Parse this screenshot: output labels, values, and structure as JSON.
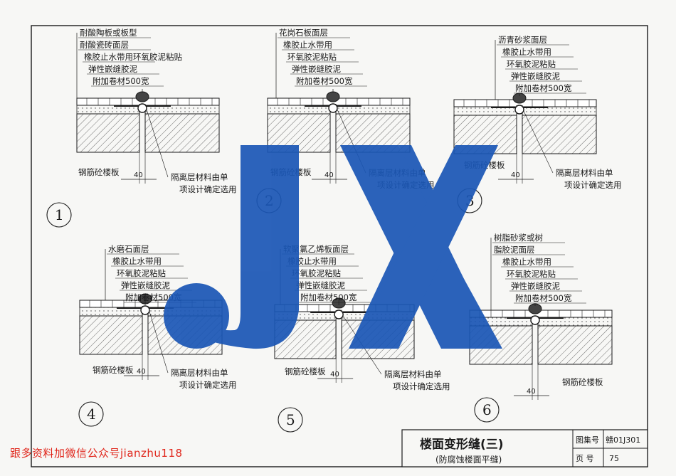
{
  "details": [
    {
      "number": "1",
      "labels": [
        "耐酸陶板或板型",
        "耐酸瓷砖面层",
        "橡胶止水带用环氧胶泥粘贴",
        "弹性嵌缝胶泥",
        "附加卷材500宽",
        "钢筋砼楼板",
        "隔离层材料由单",
        "项设计确定选用"
      ],
      "dimension": "40"
    },
    {
      "number": "2",
      "labels": [
        "花岗石板面层",
        "橡胶止水带用",
        "环氧胶泥粘贴",
        "弹性嵌缝胶泥",
        "附加卷材500宽",
        "钢筋砼楼板",
        "隔离层材料由单",
        "项设计确定选用"
      ],
      "dimension": "40"
    },
    {
      "number": "3",
      "labels": [
        "沥青砂浆面层",
        "橡胶止水带用",
        "环氧胶泥粘贴",
        "弹性嵌缝胶泥",
        "附加卷材500宽",
        "钢筋砼楼板",
        "隔离层材料由单",
        "项设计确定选用"
      ],
      "dimension": "40"
    },
    {
      "number": "4",
      "labels": [
        "水磨石面层",
        "橡胶止水带用",
        "环氧胶泥粘贴",
        "弹性嵌缝胶泥",
        "附加卷材500宽",
        "钢筋砼楼板",
        "隔离层材料由单",
        "项设计确定选用"
      ],
      "dimension": "40"
    },
    {
      "number": "5",
      "labels": [
        "软聚氯乙烯板面层",
        "橡胶止水带用",
        "环氧胶泥粘贴",
        "弹性嵌缝胶泥",
        "附加卷材500宽",
        "钢筋砼楼板",
        "隔离层材料由单",
        "项设计确定选用"
      ],
      "dimension": "40"
    },
    {
      "number": "6",
      "labels": [
        "树脂砂浆或树",
        "脂胶泥面层",
        "橡胶止水带用",
        "环氧胶泥粘贴",
        "弹性嵌缝胶泥",
        "附加卷材500宽",
        "钢筋砼楼板"
      ],
      "dimension": "40"
    }
  ],
  "title_block": {
    "title": "楼面变形缝(三)",
    "subtitle": "(防腐蚀楼面平缝)",
    "atlas_label": "图集号",
    "atlas_value": "赣01J301",
    "page_label": "页 号",
    "page_value": "75"
  },
  "watermark": {
    "text": "JX",
    "color": "#1a56b5"
  },
  "footer_note": "跟多资料加微信公众号jianzhu118",
  "colors": {
    "line": "#1a1a1a",
    "paper": "#f7f7f5",
    "watermark": "#1a56b5",
    "footer": "#e0261b"
  }
}
